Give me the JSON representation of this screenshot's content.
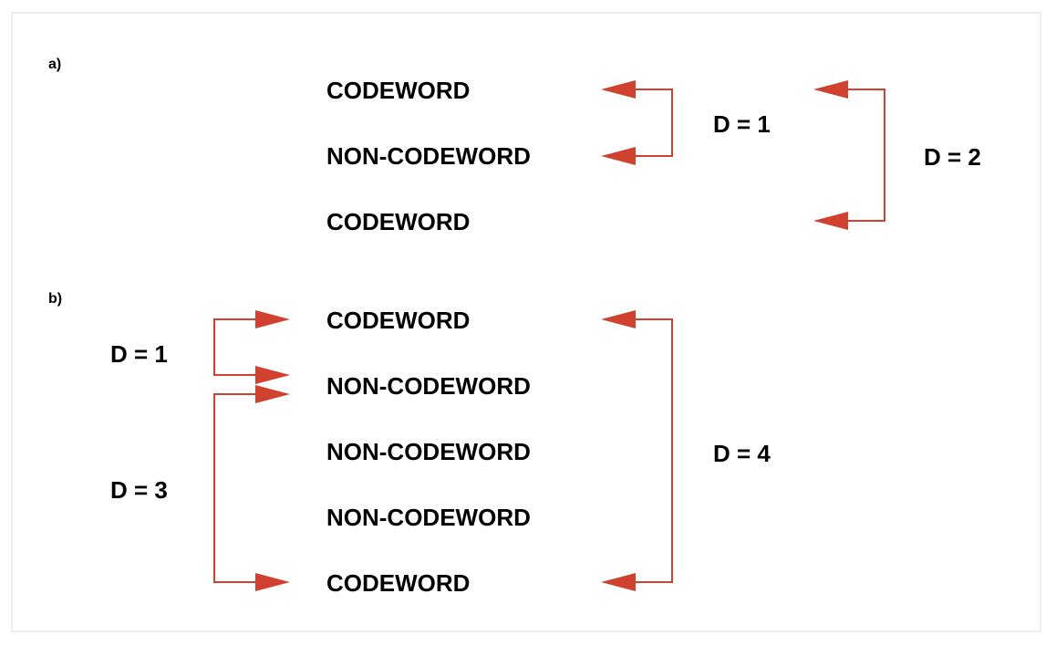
{
  "panels": [
    {
      "label": "a)",
      "words": [
        "CODEWORD",
        "NON-CODEWORD",
        "CODEWORD"
      ],
      "distances": [
        "D = 1",
        "D = 2"
      ]
    },
    {
      "label": "b)",
      "words": [
        "CODEWORD",
        "NON-CODEWORD",
        "NON-CODEWORD",
        "NON-CODEWORD",
        "CODEWORD"
      ],
      "distances": [
        "D = 1",
        "D = 3",
        "D = 4"
      ]
    }
  ],
  "colors": {
    "arrow": "#d0412f",
    "text": "#000000",
    "frame": "#eeeeee"
  }
}
